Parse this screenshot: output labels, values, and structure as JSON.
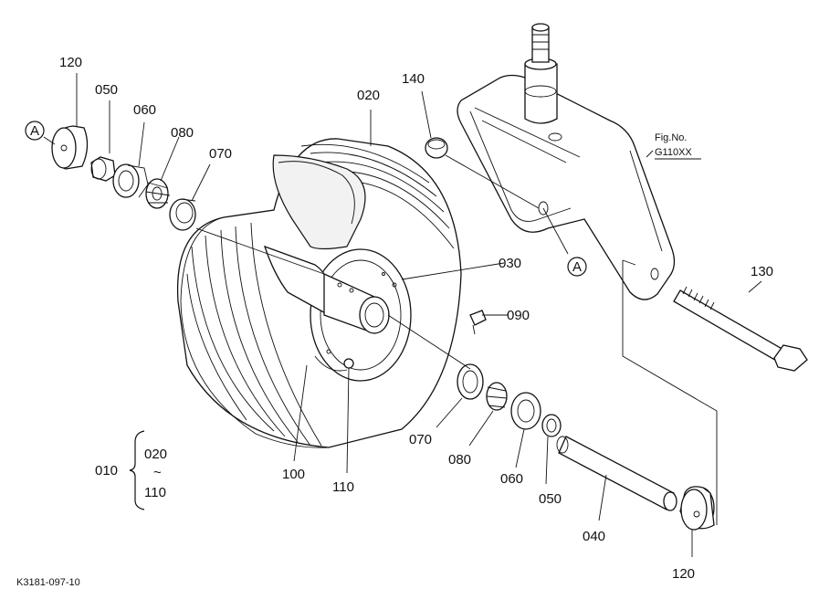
{
  "figure": {
    "fig_no_label": "Fig.No.",
    "fig_no_value": "G110XX",
    "drawing_code": "K3181-097-10"
  },
  "callout_marker": "A",
  "parts": {
    "p010": "010",
    "p020_tire": "020",
    "p020_range": "020",
    "range_sep": "~",
    "p110_range": "110",
    "p030": "030",
    "p040": "040",
    "p050_left": "050",
    "p050_right": "050",
    "p060_left": "060",
    "p060_right": "060",
    "p070_left": "070",
    "p070_right": "070",
    "p080_left": "080",
    "p080_right": "080",
    "p090": "090",
    "p100": "100",
    "p110": "110",
    "p120_left": "120",
    "p120_right": "120",
    "p130": "130",
    "p140": "140"
  }
}
